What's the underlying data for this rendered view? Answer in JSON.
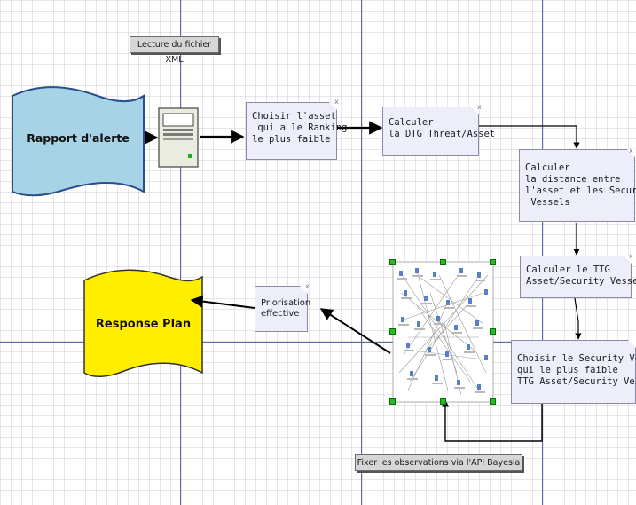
{
  "diagram": {
    "xml_label": "Lecture du fichier XML",
    "rapport": "Rapport d'alerte",
    "choisir_asset": "Choisir l'asset\n qui a le Ranking\nle plus faible",
    "calculer_dtg": "Calculer\nla DTG Threat/Asset",
    "calculer_distance": "Calculer\nla distance entre\nl'asset et les Security\n Vessels",
    "calculer_ttg": "Calculer le TTG\nAsset/Security Vessels",
    "choisir_vessel": "Choisir le Security Vessel\nqui le plus faible\nTTG Asset/Security Vessels",
    "priorisation": "Priorisation effective",
    "response_plan": "Response Plan",
    "fixer_label": "Fixer les observations via l'API Bayesia",
    "close_mark": "x"
  },
  "colors": {
    "rapport_fill": "#a6d3e6",
    "response_fill": "#ffee00",
    "note_fill": "#eeeefa",
    "tag_fill": "#d6d6d6",
    "swimlane_line": "#5a6aa8",
    "handle": "#22bb22"
  },
  "icons": [
    "computer-server-icon",
    "bayesian-network-thumbnail"
  ]
}
